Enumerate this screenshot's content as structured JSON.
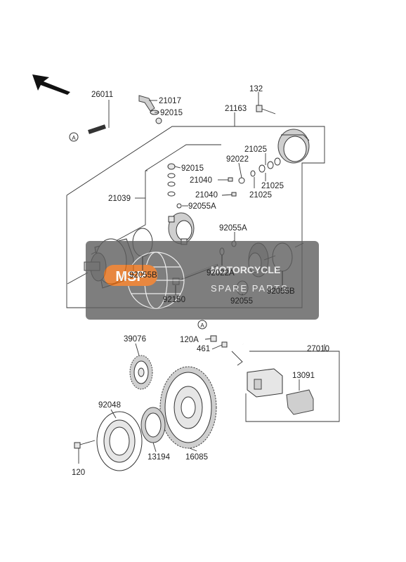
{
  "callouts": {
    "c26011": "26011",
    "c21017": "21017",
    "c92015a": "92015",
    "c132": "132",
    "c21163": "21163",
    "c21025a": "21025",
    "c92022": "92022",
    "c92015b": "92015",
    "c21040a": "21040",
    "c21040b": "21040",
    "c21025b": "21025",
    "c21025c": "21025",
    "c21039": "21039",
    "c92055A1": "92055A",
    "c92055A2": "92055A",
    "c92055B1": "92055B",
    "c92022A": "92022A",
    "c92150": "92150",
    "c92055": "92055",
    "c92055B2": "92055B",
    "c120A": "120A",
    "c461": "461",
    "c27010": "27010",
    "c39076": "39076",
    "c13091": "13091",
    "c92048": "92048",
    "c13194": "13194",
    "c16085": "16085",
    "c120": "120"
  },
  "ref_marks": {
    "top": "A",
    "bottom": "A"
  },
  "watermark": {
    "logo": "MSP",
    "line1": "MOTORCYCLE",
    "line2": "SPARE PARTS",
    "color": "#e36a10"
  },
  "colors": {
    "line": "#333333",
    "panel": "#5e5e5e"
  }
}
